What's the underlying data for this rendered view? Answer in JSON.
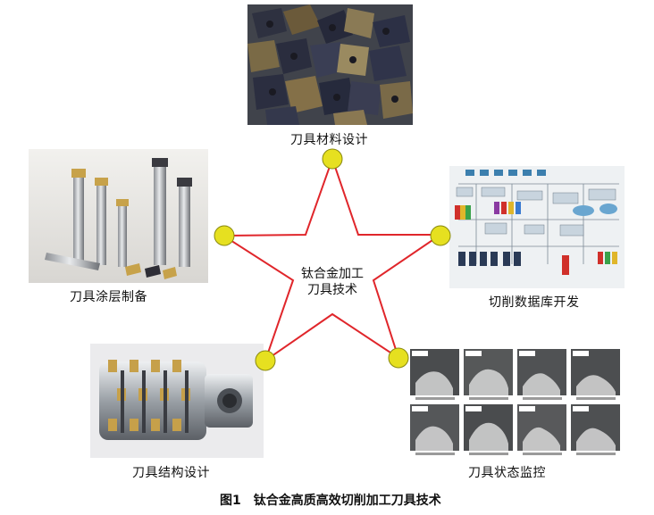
{
  "center": {
    "line1": "钛合金加工",
    "line2": "刀具技术"
  },
  "nodes": [
    {
      "label": "刀具材料设计"
    },
    {
      "label": "切削数据库开发"
    },
    {
      "label": "刀具状态监控"
    },
    {
      "label": "刀具结构设计"
    },
    {
      "label": "刀具涂层制备"
    }
  ],
  "figure_caption": {
    "number": "图1",
    "title": "钛合金高质高效切削加工刀具技术"
  },
  "colors": {
    "star_line": "#e0262b",
    "node_fill": "#e6e020",
    "node_stroke": "#8a8a10"
  }
}
